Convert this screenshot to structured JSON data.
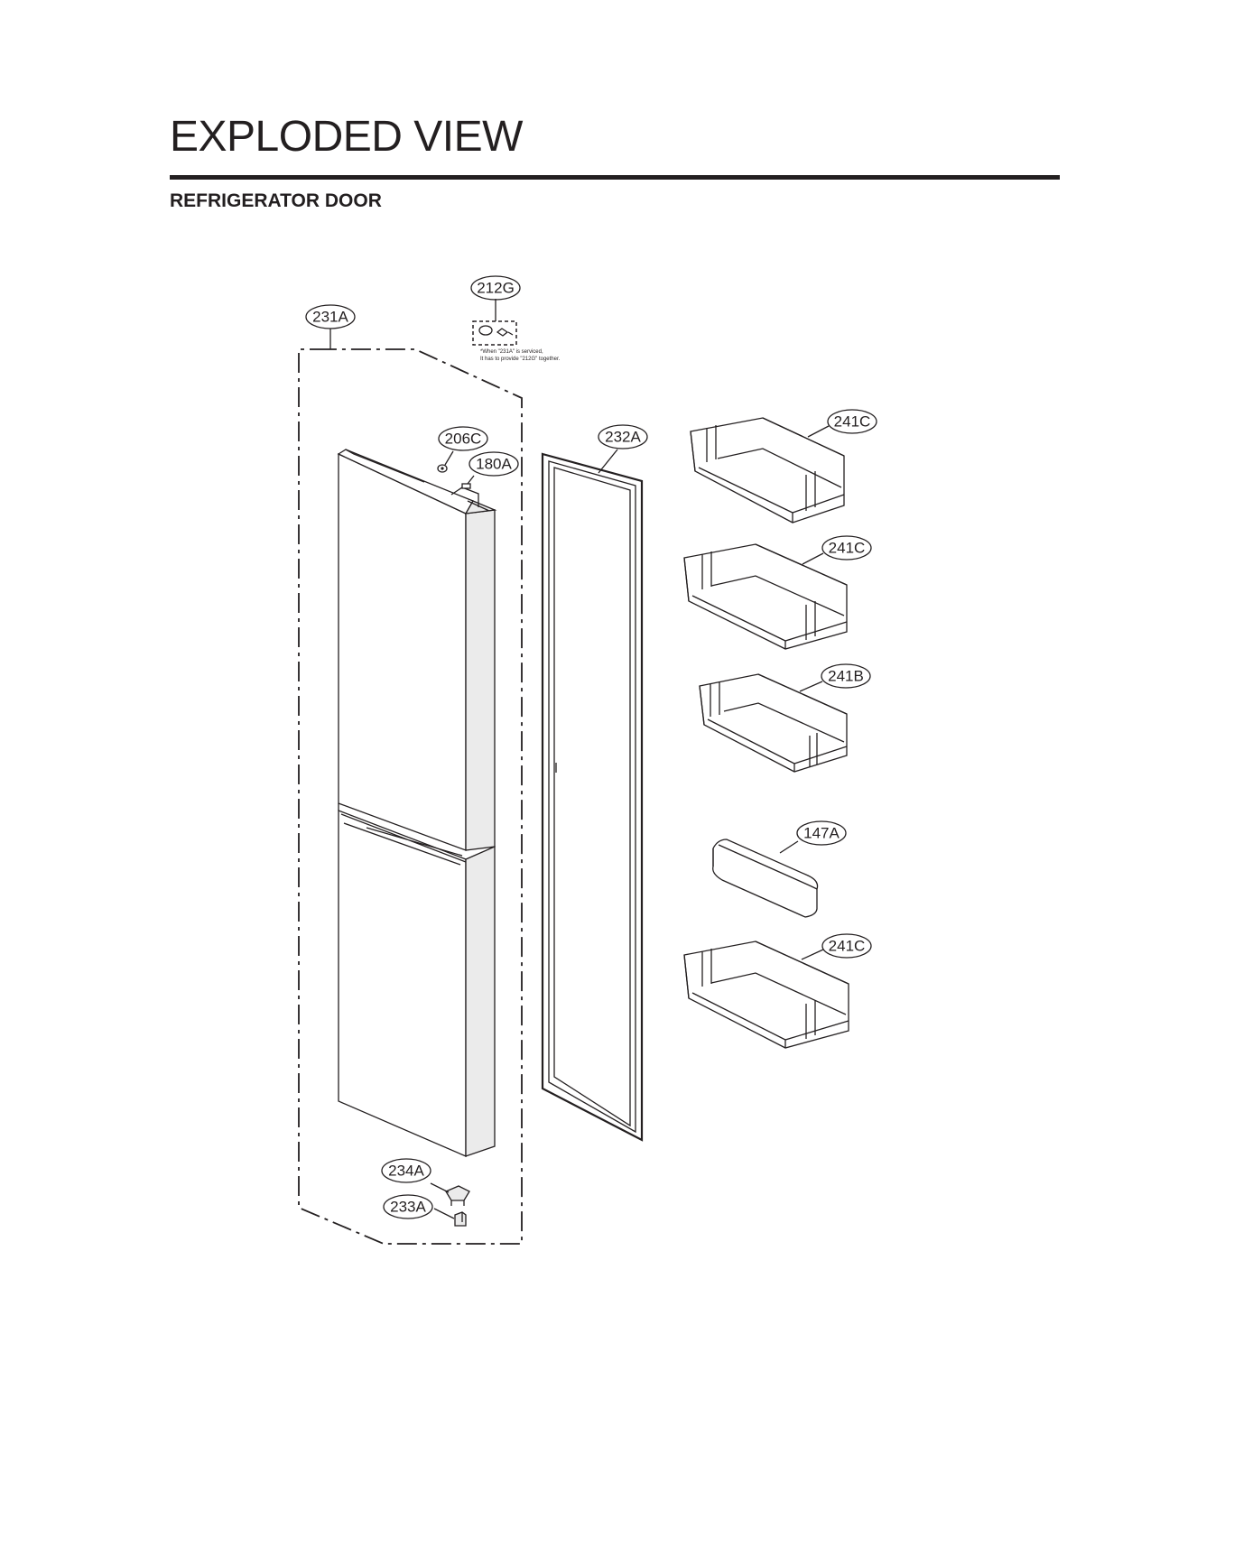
{
  "header": {
    "title": "EXPLODED VIEW",
    "subtitle": "REFRIGERATOR DOOR"
  },
  "callouts": {
    "c212G": "212G",
    "c231A": "231A",
    "c206C": "206C",
    "c180A": "180A",
    "c232A": "232A",
    "c241C_1": "241C",
    "c241C_2": "241C",
    "c241B": "241B",
    "c147A": "147A",
    "c241C_3": "241C",
    "c234A": "234A",
    "c233A": "233A"
  },
  "service_note": {
    "line1": "*When \"231A\" is serviced,",
    "line2": "It has to provide \"212G\" together."
  },
  "colors": {
    "ink": "#231f20",
    "background": "#ffffff",
    "shade": "#ebebeb"
  }
}
